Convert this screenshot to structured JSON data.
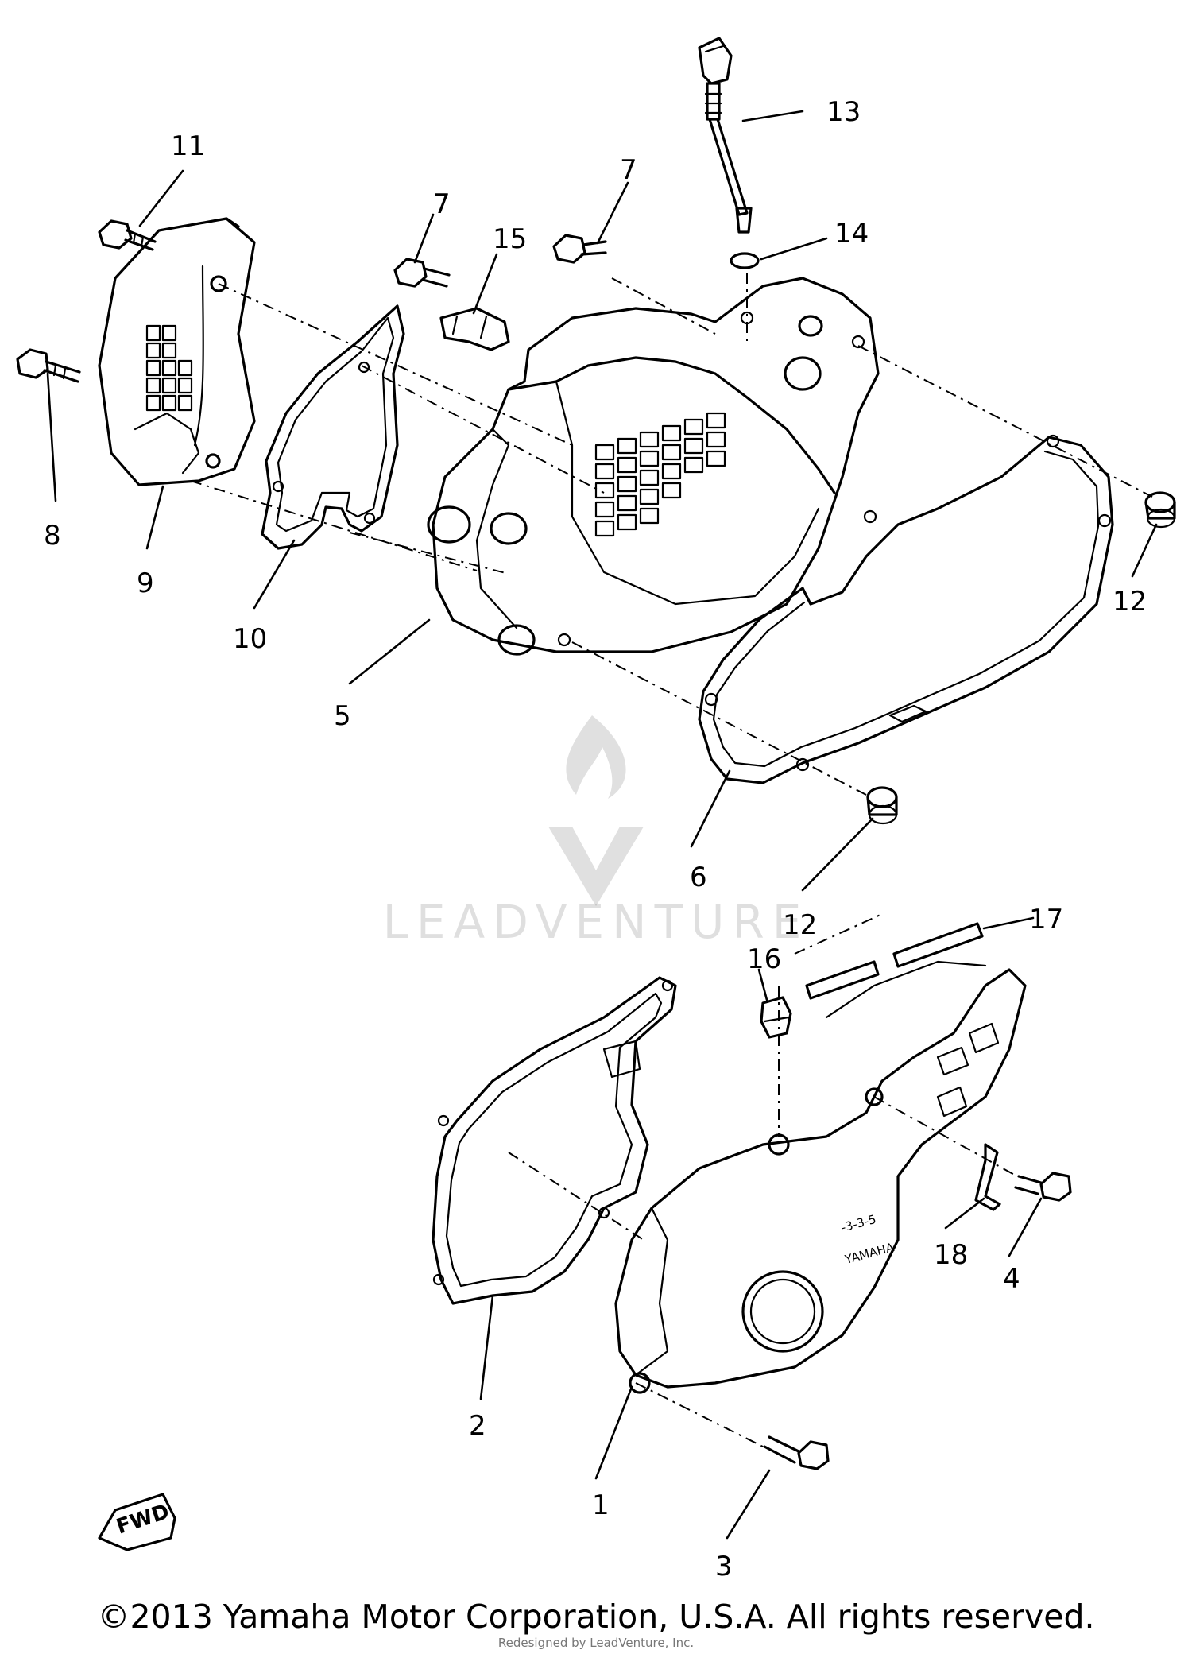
{
  "labels": {
    "l1": "1",
    "l2": "2",
    "l3": "3",
    "l4": "4",
    "l5": "5",
    "l6": "6",
    "l7a": "7",
    "l7b": "7",
    "l8": "8",
    "l9": "9",
    "l10": "10",
    "l11": "11",
    "l12a": "12",
    "l12b": "12",
    "l13": "13",
    "l14": "14",
    "l15": "15",
    "l16": "16",
    "l17": "17",
    "l18": "18"
  },
  "fwd_label": "FWD",
  "watermark": "LEADVENTURE",
  "footer": {
    "copyright": "©2013 Yamaha Motor Corporation, U.S.A. All rights reserved.",
    "redesign": "Redesigned by LeadVenture, Inc."
  }
}
